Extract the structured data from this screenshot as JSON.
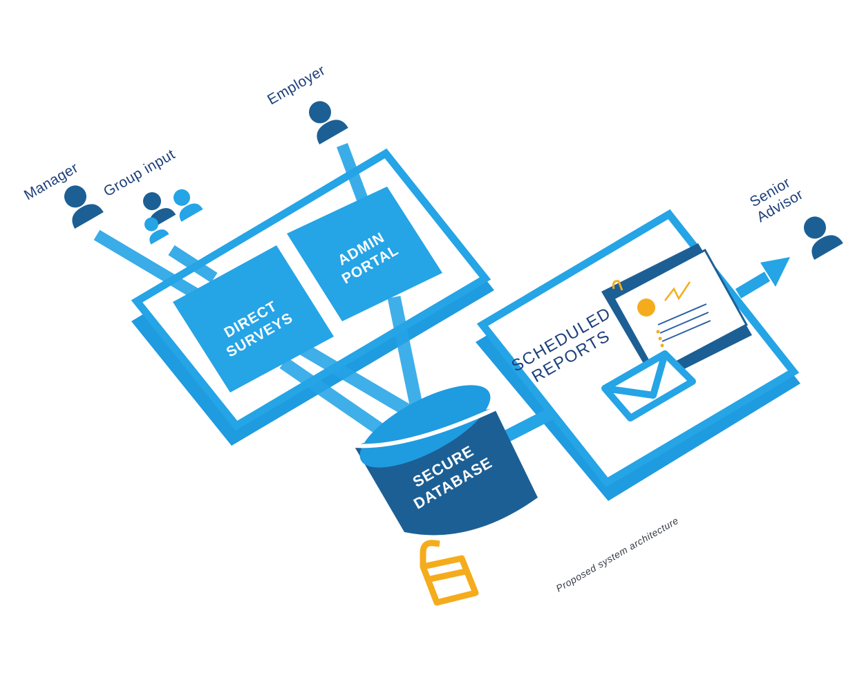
{
  "people": {
    "manager": "Manager",
    "group_input": "Group input",
    "employer": "Employer",
    "senior_advisor_line1": "Senior",
    "senior_advisor_line2": "Advisor"
  },
  "boxes": {
    "direct_surveys_line1": "DIRECT",
    "direct_surveys_line2": "SURVEYS",
    "admin_portal_line1": "ADMIN",
    "admin_portal_line2": "PORTAL",
    "scheduled_reports_line1": "SCHEDULED",
    "scheduled_reports_line2": "REPORTS",
    "secure_database_line1": "SECURE",
    "secure_database_line2": "DATABASE"
  },
  "caption": "Proposed system architecture",
  "colors": {
    "light_blue": "#25a4e6",
    "dark_blue": "#1c5f94",
    "navy_text": "#1c3f7a",
    "orange": "#f5ac1c"
  },
  "icons": [
    "person-icon",
    "group-icon",
    "lock-icon",
    "report-icon",
    "envelope-icon",
    "arrow-icon"
  ]
}
